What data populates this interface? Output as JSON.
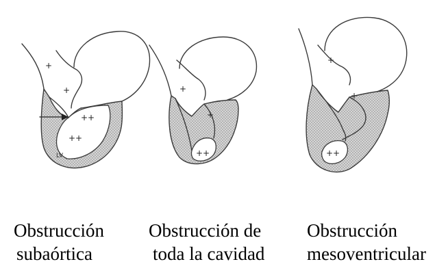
{
  "diagram": {
    "panels": [
      {
        "id": "subaortic",
        "caption_line1": "Obstrucción",
        "caption_line2": "subaórtica",
        "cavity_label": "LV",
        "low_pressure_mark": "+",
        "high_pressure_mark": "++"
      },
      {
        "id": "whole-cavity",
        "caption_line1": "Obstrucción de",
        "caption_line2": "toda la cavidad",
        "low_pressure_mark": "+",
        "high_pressure_mark": "++"
      },
      {
        "id": "midventricular",
        "caption_line1": "Obstrucción",
        "caption_line2": "mesoventricular",
        "low_pressure_mark": "+",
        "high_pressure_mark": "++"
      }
    ],
    "colors": {
      "line": "#3a3a3a",
      "hatch_fill": "#bdbdbd",
      "background": "#ffffff",
      "text": "#000000"
    }
  }
}
